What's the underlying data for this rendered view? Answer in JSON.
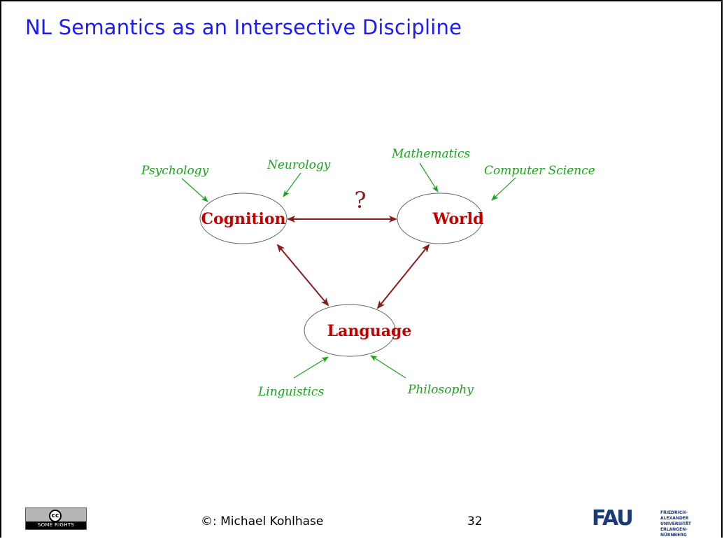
{
  "slide": {
    "title": "NL Semantics as an Intersective Discipline",
    "page_number": "32",
    "copyright": "©: Michael Kohlhase",
    "license_badge": "SOME RIGHTS RESERVED",
    "cc_symbol": "cc",
    "logo": {
      "mark": "FAU",
      "lines": [
        "FRIEDRICH-ALEXANDER",
        "UNIVERSITÄT",
        "ERLANGEN-NÜRNBERG"
      ]
    }
  },
  "diagram": {
    "nodes": {
      "cognition": "Cognition",
      "world": "World",
      "language": "Language"
    },
    "relation_label": "?",
    "disciplines": {
      "psychology": "Psychology",
      "neurology": "Neurology",
      "mathematics": "Mathematics",
      "computer_science": "Computer Science",
      "linguistics": "Linguistics",
      "philosophy": "Philosophy"
    },
    "colors": {
      "node_text": "#c60000",
      "discipline_text": "#1ba31b",
      "relation_arrow": "#8b1a1a",
      "influence_arrow": "#1ba31b",
      "title": "#1a1aff"
    }
  }
}
